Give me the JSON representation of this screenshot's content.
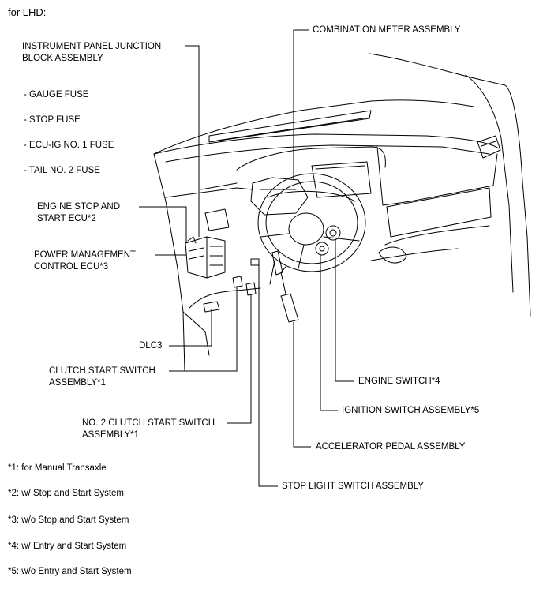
{
  "header": "for LHD:",
  "labels": {
    "ipjb": [
      "INSTRUMENT PANEL JUNCTION",
      "BLOCK ASSEMBLY"
    ],
    "fuses": [
      "- GAUGE FUSE",
      "- STOP FUSE",
      "- ECU-IG NO. 1 FUSE",
      "- TAIL NO. 2 FUSE"
    ],
    "engine_stop": [
      "ENGINE STOP AND",
      "START ECU*2"
    ],
    "power_mgmt": [
      "POWER MANAGEMENT",
      "CONTROL ECU*3"
    ],
    "dlc3": "DLC3",
    "clutch_start": [
      "CLUTCH START SWITCH",
      "ASSEMBLY*1"
    ],
    "no2_clutch": [
      "NO. 2 CLUTCH START SWITCH",
      "ASSEMBLY*1"
    ],
    "combination_meter": "COMBINATION METER ASSEMBLY",
    "engine_switch": "ENGINE SWITCH*4",
    "ignition_switch": "IGNITION SWITCH ASSEMBLY*5",
    "accelerator": "ACCELERATOR PEDAL ASSEMBLY",
    "stop_light": "STOP LIGHT SWITCH ASSEMBLY"
  },
  "footnotes": [
    "*1: for Manual Transaxle",
    "*2: w/ Stop and Start System",
    "*3: w/o Stop and Start System",
    "*4: w/ Entry and Start System",
    "*5: w/o Entry and Start System"
  ]
}
